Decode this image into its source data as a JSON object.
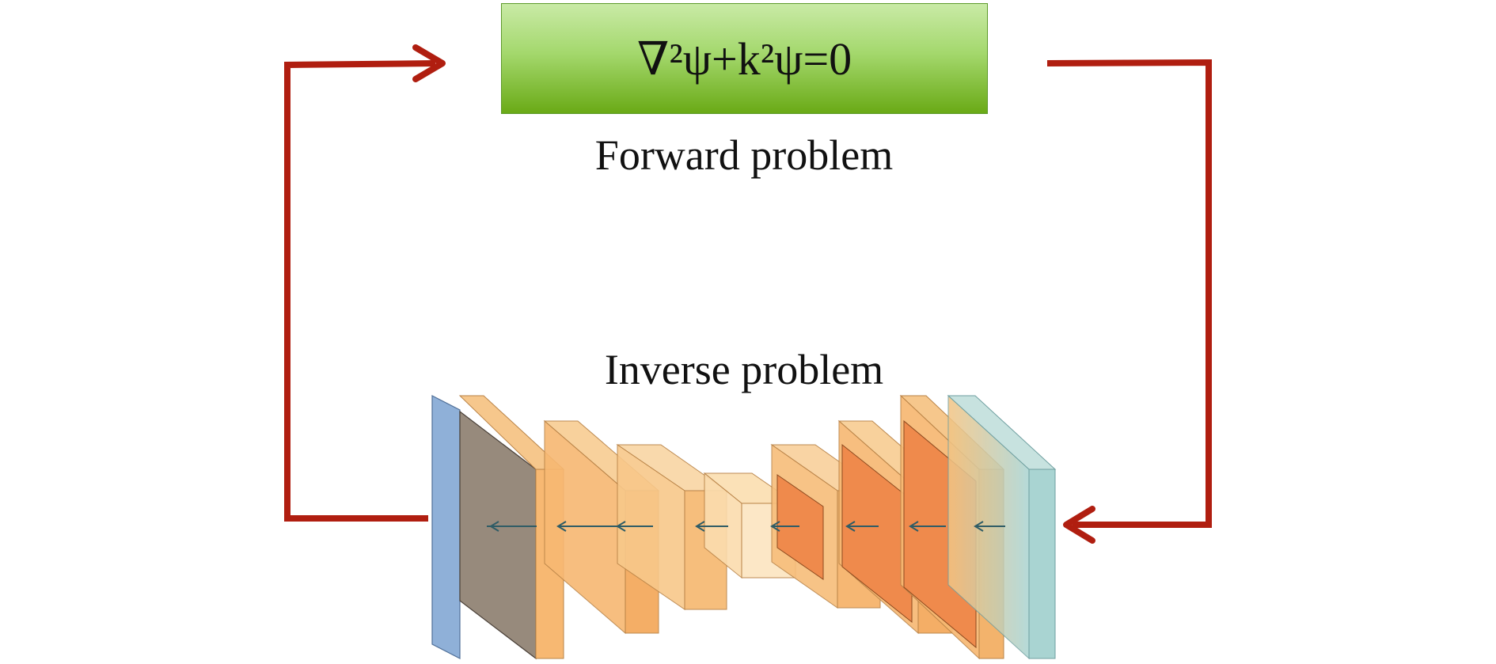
{
  "equation": "∇²ψ+k²ψ=0",
  "forward_label": "Forward problem",
  "inverse_label": "Inverse problem",
  "colors": {
    "arrow": "#b01e10",
    "equation_box_top": "#c9eaa6",
    "equation_box_bottom": "#6aaa16",
    "input_slab": "#8fb0d8",
    "feature_slab": "#f7b872",
    "deep_feature_slab": "#ef8a4c",
    "output_slab": "#a9d4d2"
  }
}
